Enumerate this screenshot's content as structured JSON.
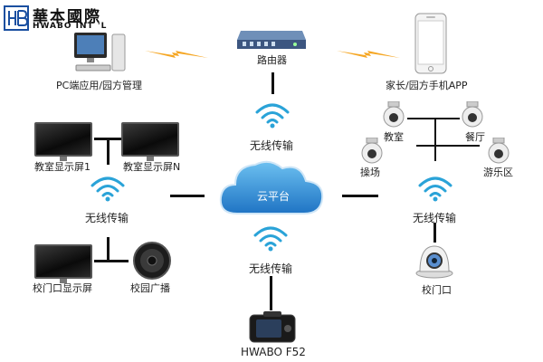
{
  "logo": {
    "cn": "華本國際",
    "en": "HWABO INT 'L"
  },
  "nodes": {
    "pc": "PC端应用/园方管理",
    "router": "路由器",
    "phone": "家长/园方手机APP",
    "wifi_top": "无线传输",
    "wifi_left": "无线传输",
    "wifi_right": "无线传输",
    "wifi_bottom": "无线传输",
    "cloud": "云平台",
    "screen_1": "教室显示屏1",
    "screen_n": "教室显示屏N",
    "gate_screen": "校门口显示屏",
    "speaker": "校园广播",
    "cam_classroom": "教室",
    "cam_canteen": "餐厅",
    "cam_playground": "操场",
    "cam_playarea": "游乐区",
    "gate_camera": "校门口",
    "device": "HWABO F52"
  },
  "colors": {
    "wifi": "#2aa3d8",
    "lightning": "#f5a623",
    "cloud": "#2f8fd6",
    "lines": "#111111"
  }
}
